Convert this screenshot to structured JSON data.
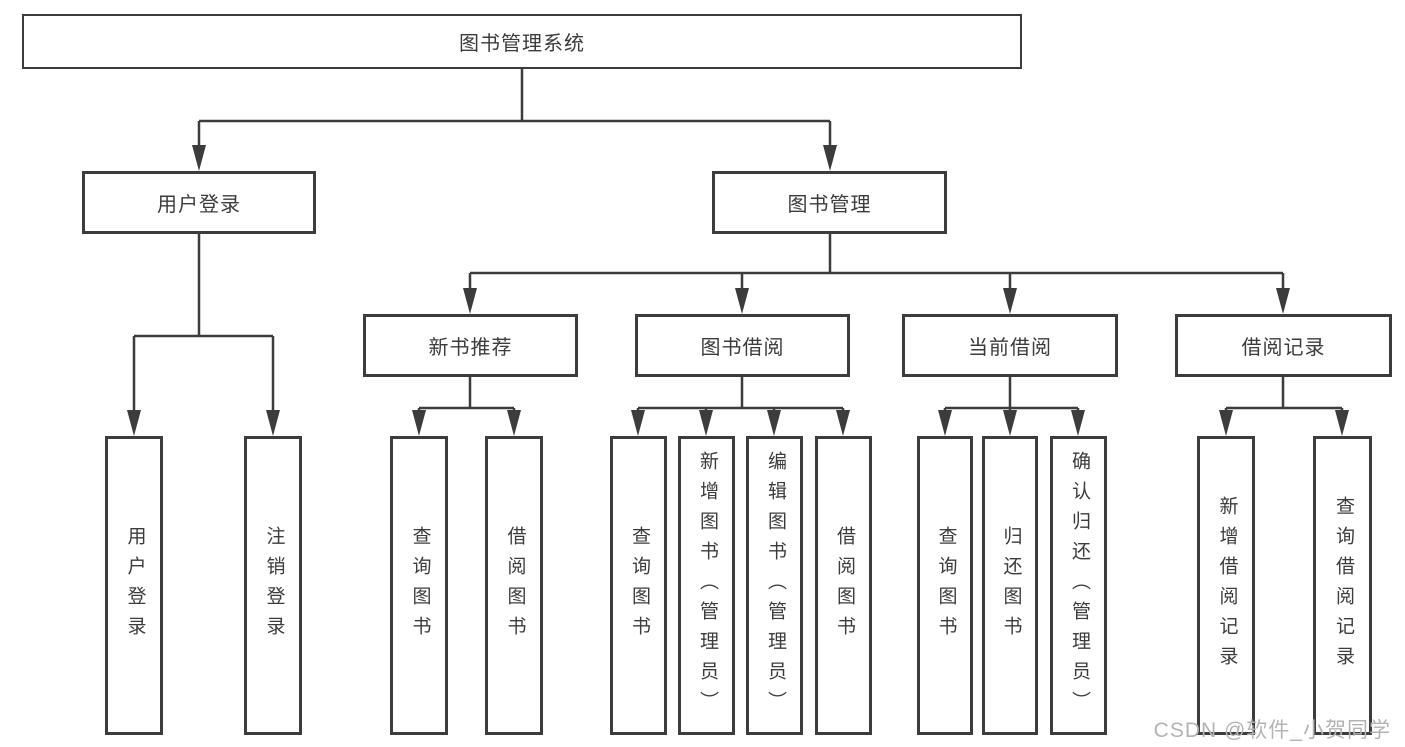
{
  "diagram": {
    "root": {
      "label": "图书管理系统"
    },
    "branches": [
      {
        "label": "用户登录",
        "children": [
          {
            "label": "用户登录"
          },
          {
            "label": "注销登录"
          }
        ]
      },
      {
        "label": "图书管理",
        "children": [
          {
            "label": "新书推荐",
            "children": [
              {
                "label": "查询图书"
              },
              {
                "label": "借阅图书"
              }
            ]
          },
          {
            "label": "图书借阅",
            "children": [
              {
                "label": "查询图书"
              },
              {
                "label": "新增图书（管理员）"
              },
              {
                "label": "编辑图书（管理员）"
              },
              {
                "label": "借阅图书"
              }
            ]
          },
          {
            "label": "当前借阅",
            "children": [
              {
                "label": "查询图书"
              },
              {
                "label": "归还图书"
              },
              {
                "label": "确认归还（管理员）"
              }
            ]
          },
          {
            "label": "借阅记录",
            "children": [
              {
                "label": "新增借阅记录"
              },
              {
                "label": "查询借阅记录"
              }
            ]
          }
        ]
      }
    ]
  },
  "watermark": "CSDN @软件_小贺同学",
  "colors": {
    "line": "#3c3c3c",
    "text": "#3b3b3b",
    "watermark": "#b3b3b3",
    "background": "#ffffff"
  }
}
